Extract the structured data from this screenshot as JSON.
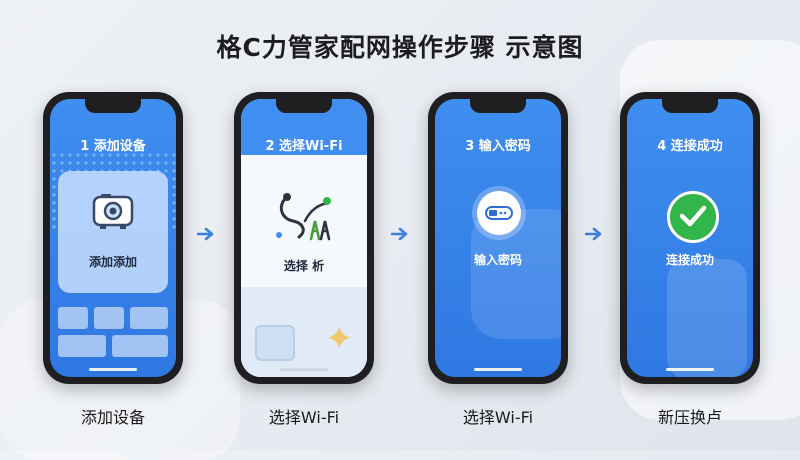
{
  "title": "格C力管家配网操作步骤 示意图",
  "phones": [
    {
      "step_title": "1 添加设备",
      "screen_label": "添加添加",
      "caption": "添加设备"
    },
    {
      "step_title": "2 选择Wi-Fi",
      "screen_label": "选择 析",
      "caption": "选择Wi-Fi"
    },
    {
      "step_title": "3 输入密码",
      "screen_label": "输入密码",
      "caption": "选择Wi-Fi"
    },
    {
      "step_title": "4 连接成功",
      "screen_label": "连接成功",
      "caption": "新压换卢"
    }
  ],
  "colors": {
    "screen_blue": "#3f8ef0",
    "arrow_blue": "#3d7fe0",
    "success_green": "#32b54a"
  },
  "icons": [
    "camera-device-icon",
    "wifi-route-icon",
    "password-key-icon",
    "checkmark-icon",
    "arrow-right-icon"
  ]
}
